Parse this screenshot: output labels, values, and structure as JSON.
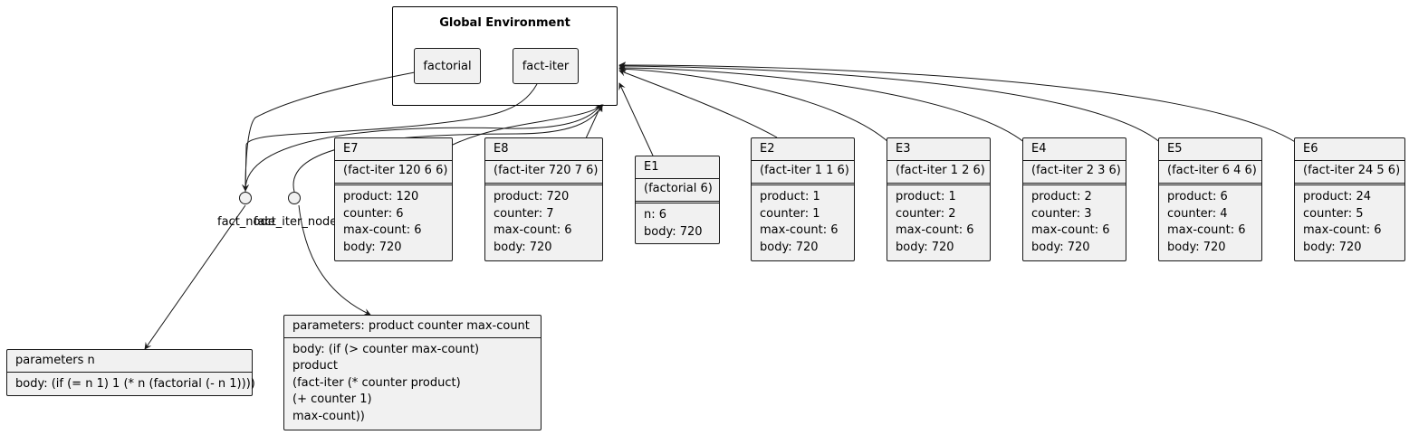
{
  "global_env": {
    "title": "Global Environment",
    "bindings": [
      "factorial",
      "fact-iter"
    ]
  },
  "nodes": [
    {
      "label": "fact_node"
    },
    {
      "label": "fact_iter_node"
    }
  ],
  "procedures": [
    {
      "header": "parameters n",
      "body": [
        "body: (if (= n 1) 1 (* n (factorial (- n 1))))"
      ]
    },
    {
      "header": "parameters: product counter max-count",
      "body": [
        "body: (if (> counter max-count)",
        "product",
        "(fact-iter (* counter product)",
        "(+ counter 1)",
        "max-count))"
      ]
    }
  ],
  "frames": [
    {
      "name": "E7",
      "call": "(fact-iter 120 6 6)",
      "vars": [
        "product: 120",
        "counter: 6",
        "max-count: 6",
        "body: 720"
      ]
    },
    {
      "name": "E8",
      "call": "(fact-iter 720 7 6)",
      "vars": [
        "product: 720",
        "counter: 7",
        "max-count: 6",
        "body: 720"
      ]
    },
    {
      "name": "E1",
      "call": "(factorial 6)",
      "vars": [
        "n: 6",
        "body: 720"
      ]
    },
    {
      "name": "E2",
      "call": "(fact-iter 1 1 6)",
      "vars": [
        "product: 1",
        "counter: 1",
        "max-count: 6",
        "body: 720"
      ]
    },
    {
      "name": "E3",
      "call": "(fact-iter 1 2 6)",
      "vars": [
        "product: 1",
        "counter: 2",
        "max-count: 6",
        "body: 720"
      ]
    },
    {
      "name": "E4",
      "call": "(fact-iter 2 3 6)",
      "vars": [
        "product: 2",
        "counter: 3",
        "max-count: 6",
        "body: 720"
      ]
    },
    {
      "name": "E5",
      "call": "(fact-iter 6 4 6)",
      "vars": [
        "product: 6",
        "counter: 4",
        "max-count: 6",
        "body: 720"
      ]
    },
    {
      "name": "E6",
      "call": "(fact-iter 24 5 6)",
      "vars": [
        "product: 24",
        "counter: 5",
        "max-count: 6",
        "body: 720"
      ]
    }
  ],
  "colors": {
    "fill": "#f1f1f1",
    "stroke": "#181818"
  }
}
